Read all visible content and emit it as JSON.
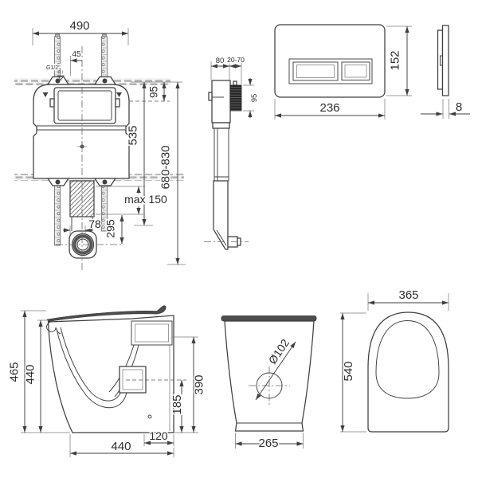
{
  "colors": {
    "line": "#3f3f3f",
    "dark_fill": "#4d4d4d",
    "hatch_gray": "#b3b3b3",
    "background": "#ffffff"
  },
  "drawing": {
    "cistern_front": {
      "width": "490",
      "offset45": "45",
      "thread": "G1/2\"",
      "depth95": "95",
      "h535": "535",
      "range": "680-830",
      "max150": "max 150",
      "w78": "78",
      "h295": "295"
    },
    "cistern_side": {
      "d80": "80",
      "adj": "20-70",
      "p95": "95"
    },
    "plate_front": {
      "w": "236",
      "h": "152"
    },
    "plate_side": {
      "t": "8"
    },
    "pan_side": {
      "h465": "465",
      "h440": "440",
      "r390": "390",
      "r185": "185",
      "b120": "120",
      "b440": "440"
    },
    "pan_rear": {
      "dia": "Ø102",
      "w": "265"
    },
    "pan_top": {
      "w": "365",
      "d": "540"
    }
  }
}
